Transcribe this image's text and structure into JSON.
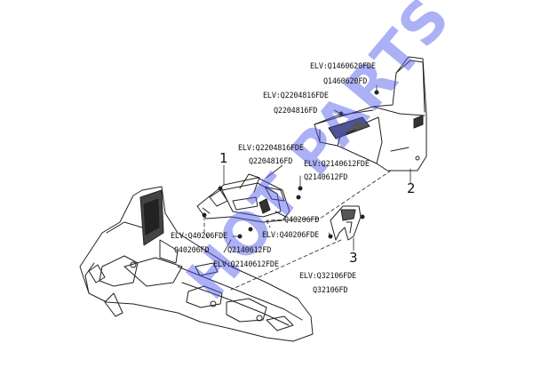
{
  "callouts": {
    "c1": "1",
    "c2": "2",
    "c3": "3"
  },
  "labels": {
    "elv_q1460620fde": "ELV:Q1460620FDE",
    "q1460620fd": "Q1460620FD",
    "elv_q2204816fde_top": "ELV:Q2204816FDE",
    "q2204816fd_top": "Q2204816FD",
    "elv_q2204816fde_mid": "ELV:Q2204816FDE",
    "q2204816fd_mid": "Q2204816FD",
    "elv_q2140612fde_right": "ELV:Q2140612FDE",
    "q2140612fd_right": "Q2140612FD",
    "q40206fd_right": "Q40206FD",
    "elv_q40206fde_right": "ELV:Q40206FDE",
    "elv_q40206fde_left": "ELV:Q40206FDE",
    "q40206fd_left": "Q40206FD",
    "q2140612fd_left": "Q2140612FD",
    "elv_q2140612fde_left": "ELV:Q2140612FDE",
    "elv_q32106fde": "ELV:Q32106FDE",
    "q32106fd": "Q32106FD"
  },
  "watermark": "HOT PARTS",
  "colors": {
    "line": "#222222",
    "watermark": "#4a52e6"
  }
}
